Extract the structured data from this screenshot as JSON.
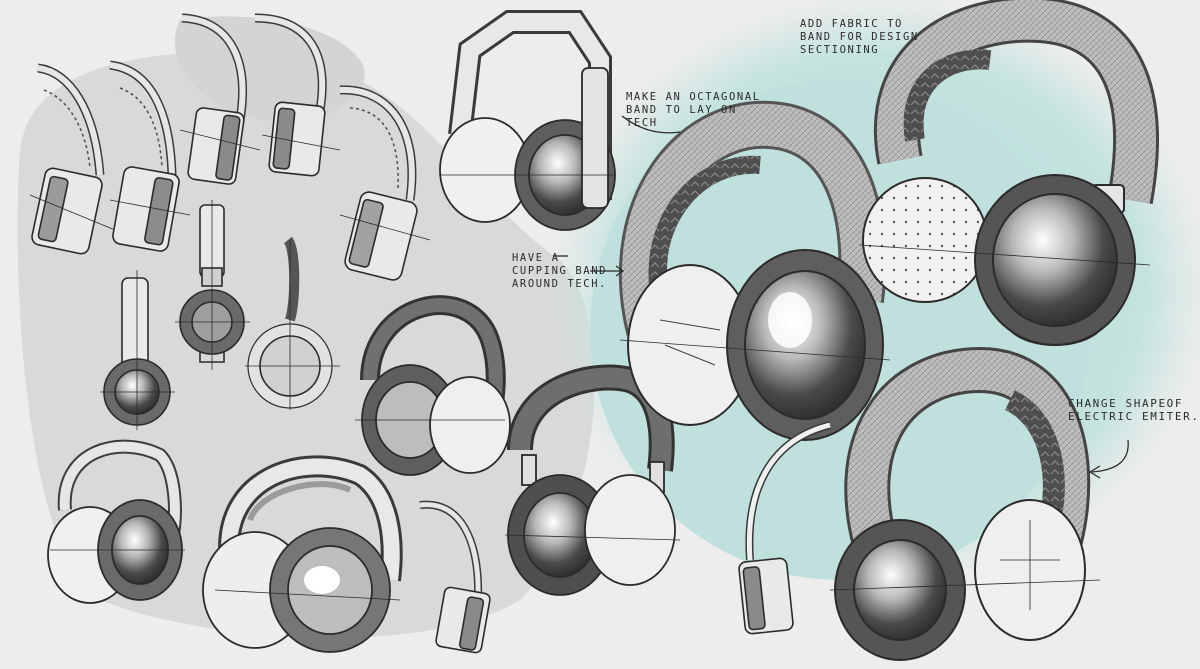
{
  "notes": {
    "octagonal": {
      "lines": [
        "MAKE AN OCTAGONAL",
        "BAND TO LAY ON",
        "TECH"
      ]
    },
    "fabric": {
      "lines": [
        "ADD FABRIC TO",
        "BAND FOR DESIGN",
        "SECTIONING"
      ]
    },
    "cupping": {
      "lines": [
        "HAVE A",
        "CUPPING BAND",
        "AROUND TECH."
      ]
    },
    "shape": {
      "lines": [
        "CHANGE SHAPEOF",
        "ELECTRIC EMITER."
      ]
    }
  },
  "colors": {
    "paper": "#ededed",
    "grey_wash": "#d6d6d6",
    "teal_wash": "#bfe0dc",
    "ink": "#2b2b2b",
    "dark_grey": "#5e5e5e",
    "mid_grey": "#9b9b9b",
    "light_grey": "#e9e9e9"
  }
}
